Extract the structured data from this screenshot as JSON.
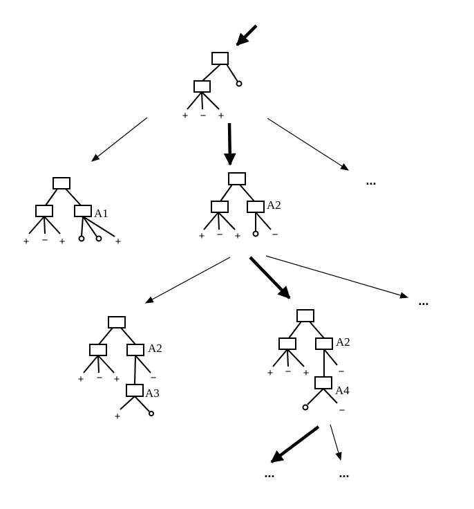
{
  "signs": {
    "plus": "+",
    "minus": "−"
  },
  "labels": {
    "a1": "A1",
    "a2": "A2",
    "a3": "A3",
    "a4": "A4"
  },
  "ellipsis": "..."
}
